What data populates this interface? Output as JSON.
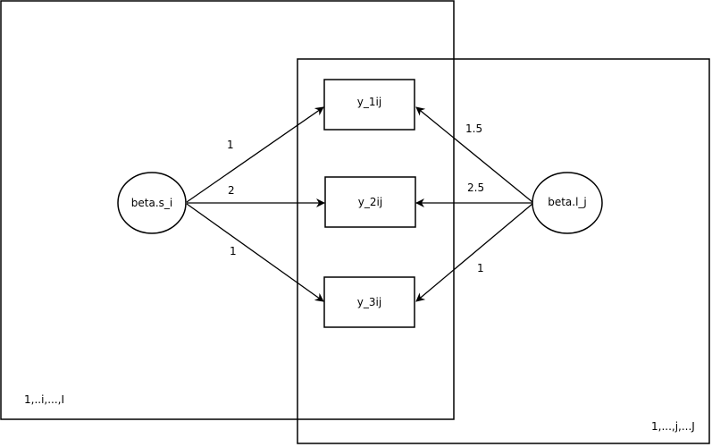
{
  "plates": {
    "left": {
      "label": "1,..i,...,I"
    },
    "right": {
      "label": "1,...,j,...J"
    }
  },
  "nodes": {
    "beta_s": {
      "label": "beta.s_i"
    },
    "beta_l": {
      "label": "beta.l_j"
    },
    "y1": {
      "label": "y_1ij"
    },
    "y2": {
      "label": "y_2ij"
    },
    "y3": {
      "label": "y_3ij"
    }
  },
  "edges": {
    "s_y1": {
      "label": "1"
    },
    "s_y2": {
      "label": "2"
    },
    "s_y3": {
      "label": "1"
    },
    "l_y1": {
      "label": "1.5"
    },
    "l_y2": {
      "label": "2.5"
    },
    "l_y3": {
      "label": "1"
    }
  }
}
